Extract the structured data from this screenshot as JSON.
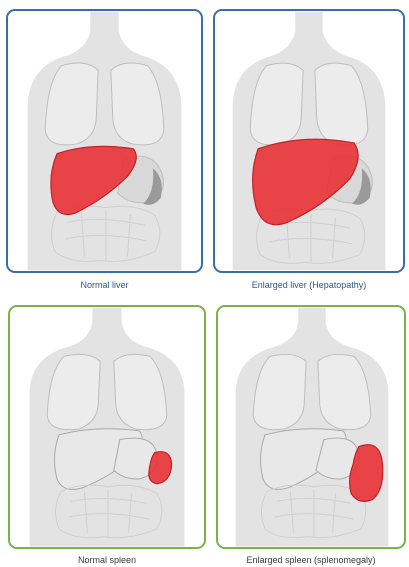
{
  "panels": [
    {
      "caption": "Normal liver",
      "border_color": "#3a6ea8",
      "organ": "liver",
      "state": "normal"
    },
    {
      "caption": "Enlarged liver (Hepatopathy)",
      "border_color": "#3a6ea8",
      "organ": "liver",
      "state": "enlarged"
    },
    {
      "caption": "Normal spleen",
      "border_color": "#7bb24a",
      "organ": "spleen",
      "state": "normal"
    },
    {
      "caption": "Enlarged spleen (splenomegaly)",
      "border_color": "#7bb24a",
      "organ": "spleen",
      "state": "enlarged"
    }
  ],
  "colors": {
    "organ_highlight": "#e8353a",
    "body_fill": "#e3e3e3",
    "outline": "#bdbdbd"
  }
}
